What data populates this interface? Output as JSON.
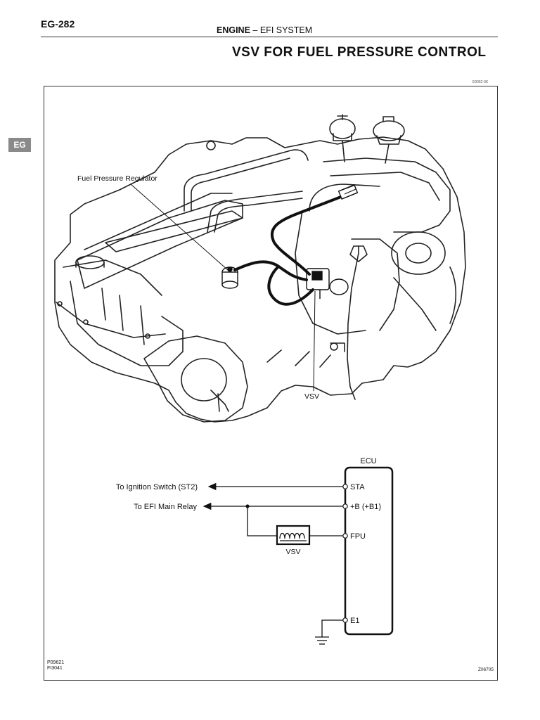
{
  "header": {
    "page_number": "EG-282",
    "section_main": "ENGINE",
    "section_sep": " – ",
    "section_sub": "EFI SYSTEM",
    "title": "VSV FOR FUEL PRESSURE CONTROL"
  },
  "side_tab": "EG",
  "figure": {
    "code_top": "E0062-0K",
    "engine_view": {
      "label_regulator": "Fuel Pressure Regulator",
      "label_vsv": "VSV"
    },
    "circuit": {
      "ecu_label": "ECU",
      "terminal_sta": "STA",
      "terminal_b": "+B (+B1)",
      "terminal_fpu": "FPU",
      "terminal_e1": "E1",
      "label_ignition": "To Ignition Switch (ST2)",
      "label_relay": "To EFI Main Relay",
      "label_vsv": "VSV"
    },
    "code_bottom_left_1": "P09621",
    "code_bottom_left_2": "FI3041",
    "code_bottom_right": "Z06705"
  }
}
